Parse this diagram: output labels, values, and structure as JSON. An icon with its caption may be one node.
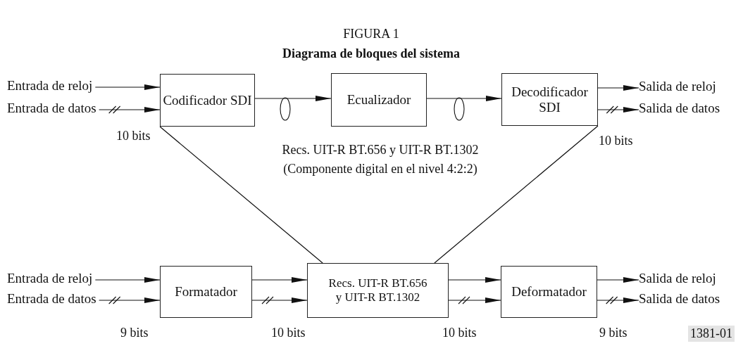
{
  "diagram": {
    "title": "Diagrama de bloques del sistema",
    "nodes": [
      {
        "text": [
          "Entrada de reloj"
        ]
      },
      {
        "text": [
          "Entrada de datos"
        ]
      },
      {
        "text": [
          "Codificador SDI"
        ]
      },
      {
        "text": [
          "Ecualizador"
        ]
      },
      {
        "text": [
          "Decodificador SDI"
        ]
      },
      {
        "text": [
          "Salida de reloj"
        ]
      },
      {
        "text": [
          "Salida de datos"
        ]
      },
      {
        "text": [
          "Entrada de reloj"
        ]
      },
      {
        "text": [
          "Entrada de datos"
        ]
      },
      {
        "text": [
          "Formatador"
        ]
      },
      {
        "text": [
          "Recs. UIT-R BT.656 y UIT-R BT.1302"
        ]
      },
      {
        "text": [
          "Deformatador"
        ]
      },
      {
        "text": [
          "Salida de reloj"
        ]
      },
      {
        "text": [
          "Salida de datos"
        ]
      }
    ],
    "edges": [
      {
        "from": 0,
        "to": 2,
        "arrow": "to"
      },
      {
        "from": 1,
        "to": 2,
        "arrow": "to"
      },
      {
        "from": 2,
        "to": 3,
        "arrow": "to"
      },
      {
        "from": 3,
        "to": 4,
        "arrow": "to"
      },
      {
        "from": 4,
        "to": 5,
        "arrow": "to"
      },
      {
        "from": 4,
        "to": 6,
        "arrow": "to"
      },
      {
        "from": 2,
        "to": 10,
        "arrow": "none"
      },
      {
        "from": 4,
        "to": 10,
        "arrow": "none"
      },
      {
        "from": 7,
        "to": 9,
        "arrow": "to"
      },
      {
        "from": 8,
        "to": 9,
        "arrow": "to"
      },
      {
        "from": 9,
        "to": 10,
        "arrow": "to"
      },
      {
        "from": 9,
        "to": 10,
        "arrow": "to"
      },
      {
        "from": 10,
        "to": 11,
        "arrow": "to"
      },
      {
        "from": 10,
        "to": 11,
        "arrow": "to"
      },
      {
        "from": 11,
        "to": 12,
        "arrow": "to"
      },
      {
        "from": 11,
        "to": 13,
        "arrow": "to"
      }
    ],
    "labels": [
      "FIGURA 1",
      "10 bits",
      "Recs. UIT-R BT.656 y UIT-R BT.1302",
      "(Componente digital en el nivel 4:2:2)",
      "10 bits",
      "9 bits",
      "10 bits",
      "10 bits",
      "9 bits",
      "1381-01"
    ]
  }
}
